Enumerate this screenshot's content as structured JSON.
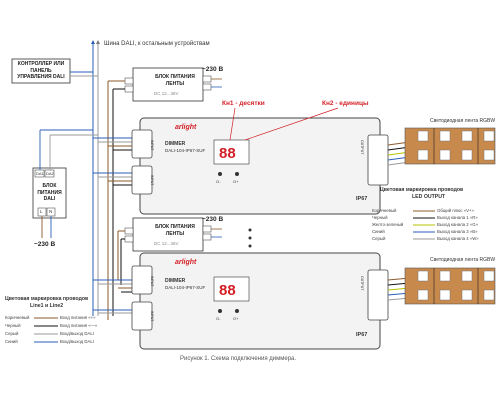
{
  "dali_bus_label": "Шина DALI, к остальным устройствам",
  "controller": {
    "label": "КОНТРОЛЛЕР ИЛИ ПАНЕЛЬ УПРАВЛЕНИЯ DALI"
  },
  "dali_psu": {
    "label": "БЛОК ПИТАНИЯ DALI",
    "terminal_1": "DA1",
    "terminal_2": "DA2",
    "l": "L",
    "n": "N",
    "mains": "~230 В"
  },
  "strip_psu_top": {
    "label": "БЛОК ПИТАНИЯ ЛЕНТЫ",
    "voltage": "DC 12...36V",
    "mains": "~230 В"
  },
  "strip_psu_bottom": {
    "label": "БЛОК ПИТАНИЯ ЛЕНТЫ",
    "voltage": "DC 12...36V",
    "mains": "~230 В"
  },
  "callouts": {
    "k1": "Кн1 - десятки",
    "k2": "Кн2 - единицы"
  },
  "dimmer_top": {
    "brand": "arlight",
    "title": "DIMMER",
    "model": "DALI-104-IP67-SUF",
    "rating": "IP67",
    "btn1": "O-",
    "btn2": "O+",
    "input_label": "INPUT",
    "output_label": "OUTPUT"
  },
  "dimmer_bottom": {
    "brand": "arlight",
    "title": "DIMMER",
    "model": "DALI-104-IP67-SUF",
    "rating": "IP67",
    "btn1": "O-",
    "btn2": "O+",
    "input_label": "INPUT",
    "output_label": "OUTPUT"
  },
  "strip_label_top": "Светодиодная лента RGBW",
  "strip_label_bottom": "Светодиодная лента RGBW",
  "led_output_legend": {
    "title_line1": "Цветовая маркировка проводов",
    "title_line2": "LED OUTPUT",
    "rows": [
      {
        "color_name": "Коричневый",
        "meaning": "Общий плюс «V+»",
        "hex": "#8b5a2b"
      },
      {
        "color_name": "Черный",
        "meaning": "Выход канала 1 «R»",
        "hex": "#111111"
      },
      {
        "color_name": "Желто-зеленый",
        "meaning": "Выход канала 2 «G»",
        "hex": "#b5c400"
      },
      {
        "color_name": "Синий",
        "meaning": "Выход канала 3 «B»",
        "hex": "#2b5fb8"
      },
      {
        "color_name": "Серый",
        "meaning": "Выход канала 4 «W»",
        "hex": "#9a9a9a"
      }
    ]
  },
  "line_legend": {
    "title_line1": "Цветовая маркировка проводов",
    "title_line2": "Line1 и Line2",
    "rows": [
      {
        "color_name": "Коричневый",
        "meaning": "Вход питания «+»",
        "hex": "#8b5a2b"
      },
      {
        "color_name": "Черный",
        "meaning": "Вход питания «—»",
        "hex": "#111111"
      },
      {
        "color_name": "Серый",
        "meaning": "Вход/выход DALI",
        "hex": "#9a9a9a"
      },
      {
        "color_name": "Синий",
        "meaning": "Вход/выход DALI",
        "hex": "#2b5fb8"
      }
    ]
  },
  "caption": "Рисунок 1. Схема подключения диммера."
}
